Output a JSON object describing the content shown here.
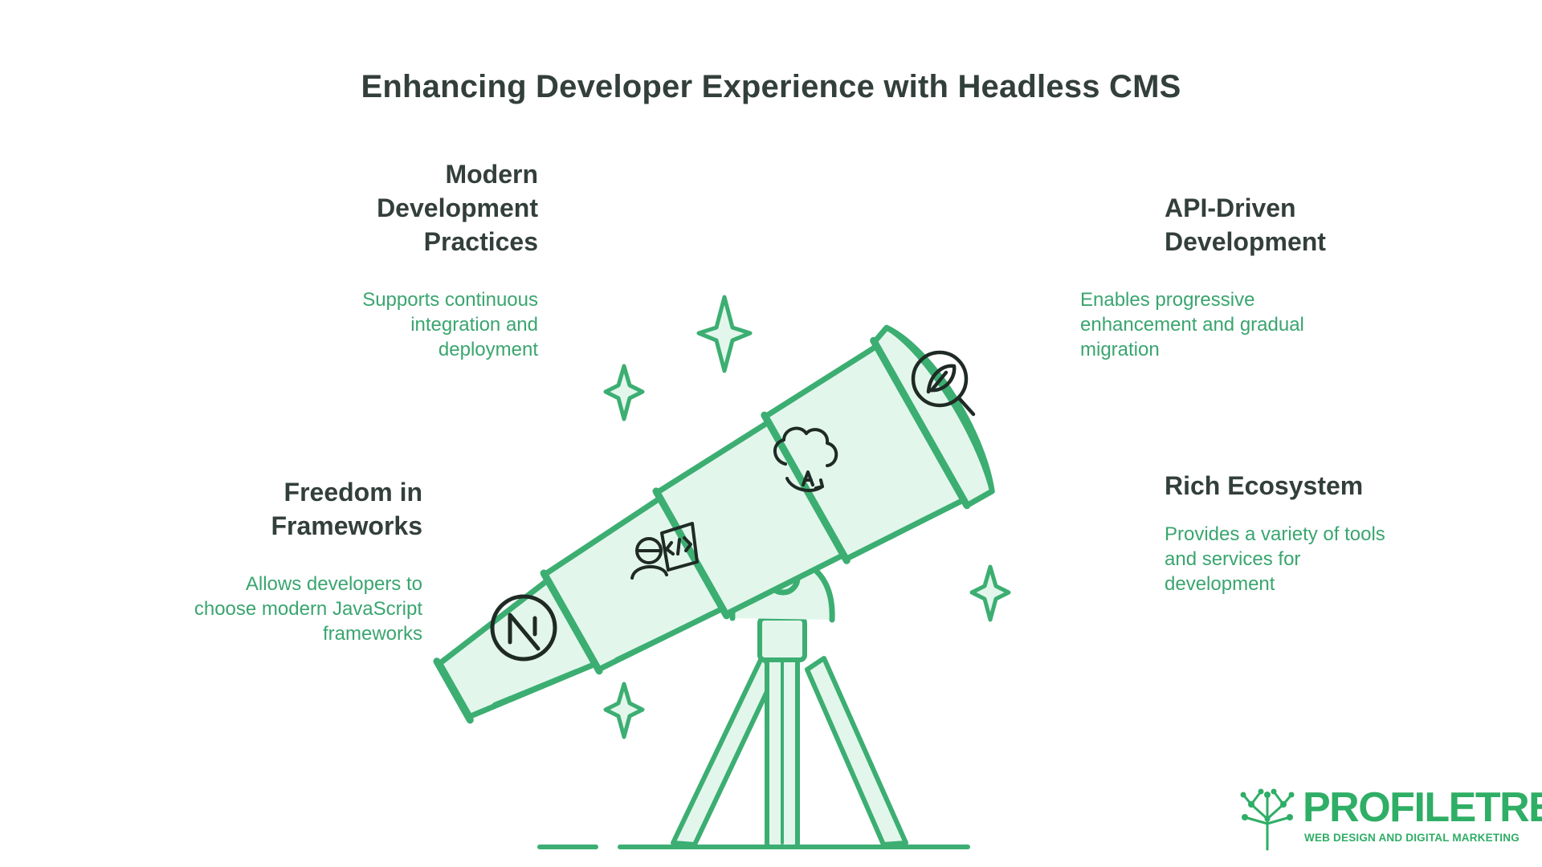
{
  "title": "Enhancing Developer Experience with Headless CMS",
  "features": [
    {
      "heading": [
        "Modern",
        "Development",
        "Practices"
      ],
      "description": [
        "Supports continuous",
        "integration and",
        "deployment"
      ],
      "icon": "cicd-engineer-search-icon"
    },
    {
      "heading": [
        "API-Driven",
        "Development"
      ],
      "description": [
        "Enables progressive",
        "enhancement and gradual",
        "migration"
      ],
      "icon": "leaf-magnifier-icon"
    },
    {
      "heading": [
        "Freedom in",
        "Frameworks"
      ],
      "description": [
        "Allows developers to",
        "choose modern JavaScript",
        "frameworks"
      ],
      "icon": "nextjs-logo-icon"
    },
    {
      "heading": [
        "Rich Ecosystem"
      ],
      "description": [
        "Provides a variety of tools",
        "and services for",
        "development"
      ],
      "icon": "cloud-sync-api-icon"
    }
  ],
  "brand": {
    "name": "PROFILETREE",
    "tagline": "WEB DESIGN AND DIGITAL MARKETING"
  },
  "colors": {
    "accent_green": "#3aa56f",
    "stroke_green": "#3cae72",
    "fill_green": "#e3f6ec",
    "heading_dark": "#333f3a",
    "brand_green": "#2fae66"
  }
}
